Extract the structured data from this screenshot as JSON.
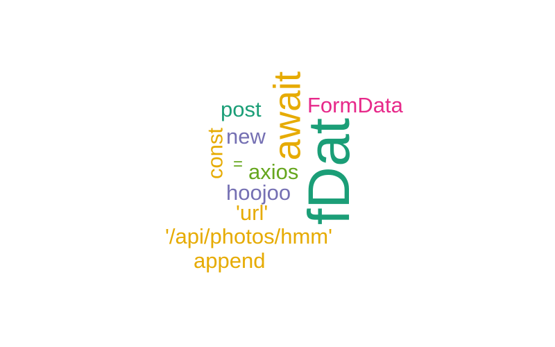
{
  "word_cloud": {
    "words": {
      "fdat": {
        "text": "fDat",
        "color": "#1b9e77"
      },
      "await": {
        "text": "await",
        "color": "#e6ab02"
      },
      "formdata": {
        "text": "FormData",
        "color": "#e7298a"
      },
      "post": {
        "text": "post",
        "color": "#1b9e77"
      },
      "new": {
        "text": "new",
        "color": "#7570b3"
      },
      "const": {
        "text": "const",
        "color": "#e6ab02"
      },
      "equals": {
        "text": "=",
        "color": "#66a61e"
      },
      "axios": {
        "text": "axios",
        "color": "#66a61e"
      },
      "hoojoo": {
        "text": "hoojoo",
        "color": "#7570b3"
      },
      "url": {
        "text": "'url'",
        "color": "#e6ab02"
      },
      "api_path": {
        "text": "'/api/photos/hmm'",
        "color": "#e6ab02"
      },
      "append": {
        "text": "append",
        "color": "#e6ab02"
      }
    }
  }
}
